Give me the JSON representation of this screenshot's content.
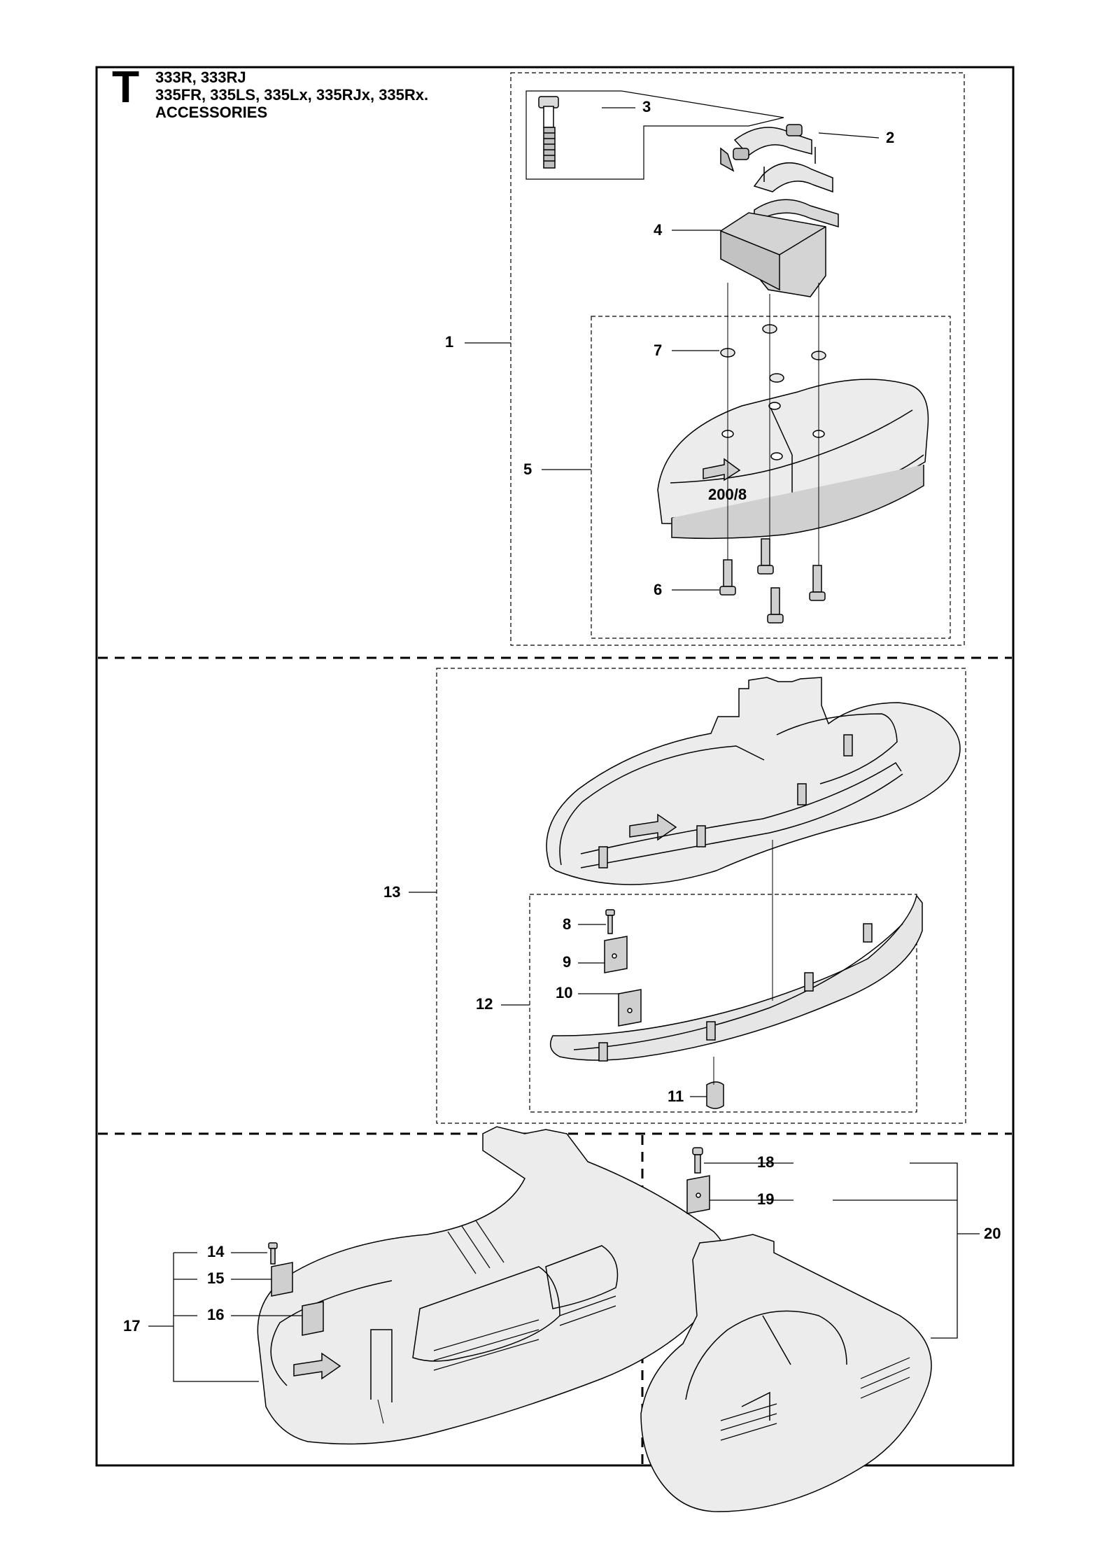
{
  "header": {
    "letter": "T",
    "models_1": "333R, 333RJ",
    "models_2": "335FR, 335LS, 335Lx, 335RJx, 335Rx.",
    "section": "ACCESSORIES"
  },
  "guard_marking": "200/8",
  "parts": [
    "1",
    "2",
    "3",
    "4",
    "5",
    "6",
    "7",
    "8",
    "9",
    "10",
    "11",
    "12",
    "13",
    "14",
    "15",
    "16",
    "17",
    "18",
    "19",
    "20"
  ]
}
